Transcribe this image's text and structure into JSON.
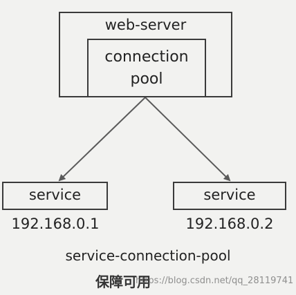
{
  "diagram": {
    "web_server_label": "web-server",
    "connection_pool_line1": "connection",
    "connection_pool_line2": "pool",
    "services": [
      {
        "label": "service",
        "ip": "192.168.0.1"
      },
      {
        "label": "service",
        "ip": "192.168.0.2"
      }
    ],
    "caption": "service-connection-pool",
    "subcaption": "保障可用",
    "watermark": "https://blog.csdn.net/qq_28119741"
  },
  "colors": {
    "background": "#f2f2f0",
    "line": "#3a3a3a",
    "arrow": "#5a5a5a",
    "text": "#222222"
  }
}
